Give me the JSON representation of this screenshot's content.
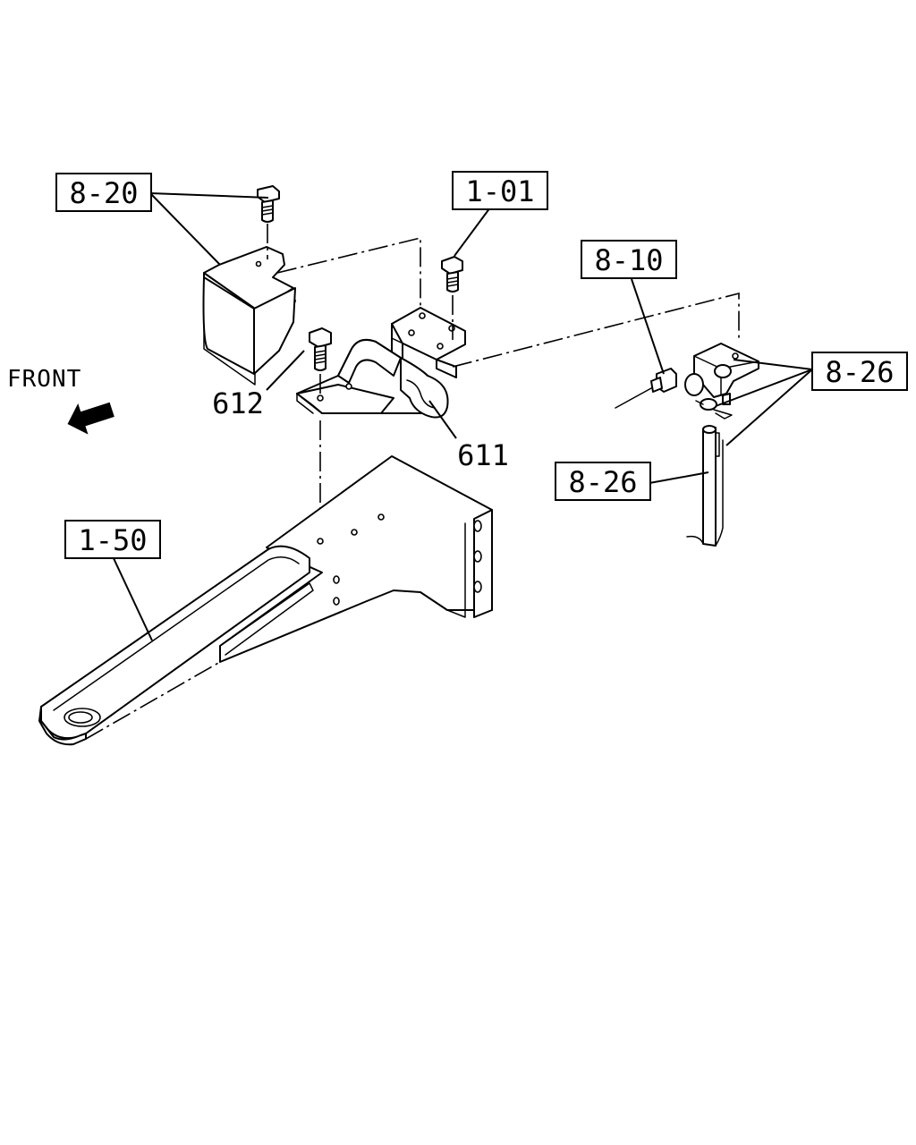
{
  "direction": {
    "label": "FRONT",
    "icon": "front-arrow-icon"
  },
  "callouts": {
    "c_8_20": "8-20",
    "c_1_01": "1-01",
    "c_8_10": "8-10",
    "c_8_26_upper": "8-26",
    "c_8_26_lower": "8-26",
    "c_1_50": "1-50"
  },
  "part_numbers": {
    "p612": "612",
    "p611": "611"
  }
}
